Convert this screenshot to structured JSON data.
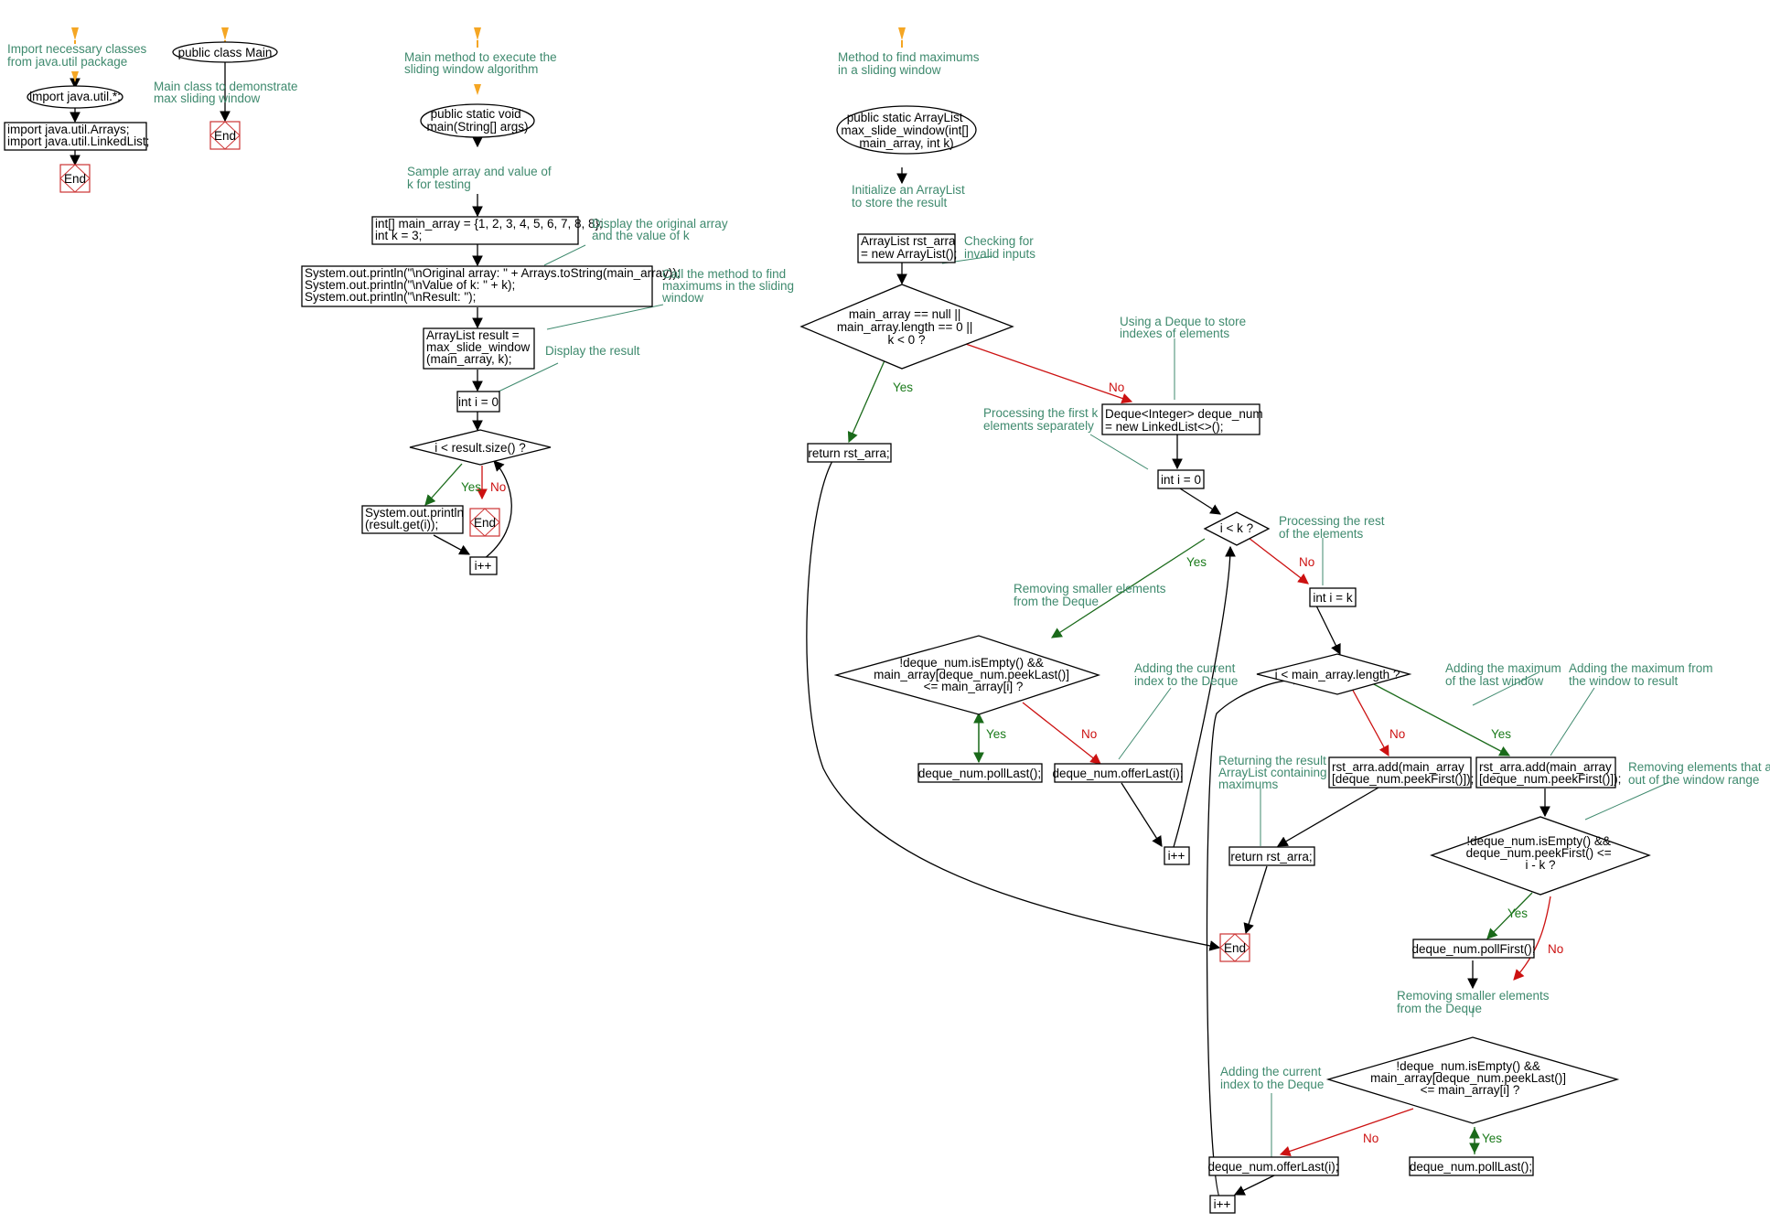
{
  "colors": {
    "comment": "#3f8a6e",
    "yes": "#1a7a1a",
    "no": "#cc1111",
    "start_marker": "#f5a623",
    "end_marker": "#cc3333"
  },
  "labels": {
    "yes": "Yes",
    "no": "No",
    "end": "End"
  },
  "chart_imports": {
    "comment": [
      "Import necessary classes",
      "from java.util package"
    ],
    "node": "import java.util.*;",
    "box": [
      "import java.util.Arrays;",
      "import java.util.LinkedList;"
    ]
  },
  "chart_class": {
    "node": "public class Main",
    "comment": [
      "Main class to demonstrate",
      "max sliding window"
    ]
  },
  "chart_main": {
    "comment_top": [
      "Main method to execute the",
      "sliding window algorithm"
    ],
    "start": [
      "public static void",
      "main(String[] args)"
    ],
    "comment_sample": [
      "Sample array and value of",
      "k for testing"
    ],
    "init": [
      "int[] main_array = {1, 2, 3, 4, 5, 6, 7, 8, 8};",
      "int k = 3;"
    ],
    "comment_display": [
      "Display the original array",
      "and the value of k"
    ],
    "print": [
      "System.out.println(\"\\nOriginal array: \" + Arrays.toString(main_array));",
      "System.out.println(\"\\nValue of k: \" + k);",
      "System.out.println(\"\\nResult: \");"
    ],
    "comment_call": [
      "Call the method to find",
      "maximums in the sliding",
      "window"
    ],
    "call": [
      "ArrayList result =",
      "max_slide_window",
      "(main_array, k);"
    ],
    "comment_result": [
      "Display the result"
    ],
    "loop_init": "int i = 0",
    "cond": "i < result.size() ?",
    "body": [
      "System.out.println",
      "(result.get(i));"
    ],
    "incr": "i++"
  },
  "chart_method": {
    "comment_top": [
      "Method to find maximums",
      "in a sliding window"
    ],
    "start": [
      "public static ArrayList",
      "max_slide_window(int[]",
      "main_array, int k)"
    ],
    "comment_init": [
      "Initialize an ArrayList",
      "to store the result"
    ],
    "rst": [
      "ArrayList rst_arra",
      "= new ArrayList();"
    ],
    "comment_check": [
      "Checking for",
      "invalid inputs"
    ],
    "cond_invalid": [
      "main_array == null ||",
      "main_array.length == 0 ||",
      "k < 0 ?"
    ],
    "return_early": "return rst_arra;",
    "comment_deque": [
      "Using a Deque to store",
      "indexes of elements"
    ],
    "deque": [
      "Deque<Integer> deque_num",
      "= new LinkedList<>();"
    ],
    "comment_first_k": [
      "Processing the first k",
      "elements separately"
    ],
    "i0": "int i = 0",
    "cond_ik": "i < k ?",
    "comment_remove1": [
      "Removing smaller elements",
      "from the Deque"
    ],
    "cond_empty1": [
      "!deque_num.isEmpty() &&",
      "main_array[deque_num.peekLast()]",
      "<= main_array[i] ?"
    ],
    "poll_last1": "deque_num.pollLast();",
    "comment_add1": [
      "Adding the current",
      "index to the Deque"
    ],
    "offer1": "deque_num.offerLast(i);",
    "incr1": "i++",
    "comment_rest": [
      "Processing the rest",
      "of the elements"
    ],
    "ik": "int i = k",
    "cond_len": "i < main_array.length ?",
    "comment_add_last": [
      "Adding the maximum",
      "of the last window"
    ],
    "comment_add_res": [
      "Adding the maximum from",
      "the window to result"
    ],
    "add_last": [
      "rst_arra.add(main_array",
      "[deque_num.peekFirst()]);"
    ],
    "add_res": [
      "rst_arra.add(main_array",
      "[deque_num.peekFirst()]);"
    ],
    "comment_return": [
      "Returning the result",
      "ArrayList containing",
      "maximums"
    ],
    "return_final": "return rst_arra;",
    "comment_out_range": [
      "Removing elements that are",
      "out of the window range"
    ],
    "cond_range": [
      "!deque_num.isEmpty() &&",
      "deque_num.peekFirst() <=",
      "i - k ?"
    ],
    "poll_first": "deque_num.pollFirst();",
    "comment_remove2": [
      "Removing smaller elements",
      "from the Deque"
    ],
    "cond_empty2": [
      "!deque_num.isEmpty() &&",
      "main_array[deque_num.peekLast()]",
      "<= main_array[i] ?"
    ],
    "comment_add2": [
      "Adding the current",
      "index to the Deque"
    ],
    "offer2": "deque_num.offerLast(i);",
    "poll_last2": "deque_num.pollLast();",
    "incr2": "i++"
  }
}
